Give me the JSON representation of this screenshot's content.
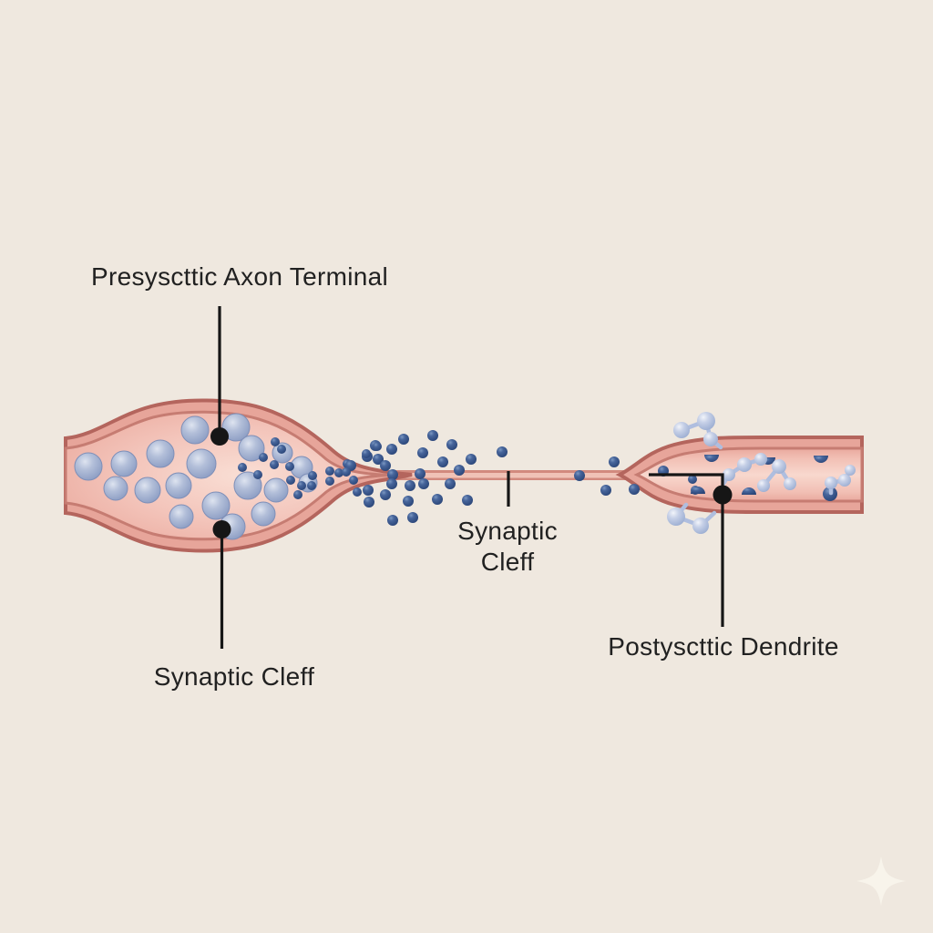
{
  "figure": {
    "title_hidden": "",
    "type": "synapse-illustration"
  },
  "labels": {
    "presynaptic": "Presyscttic Axon Terminal",
    "cleft_center_line1": "Synaptic",
    "cleft_center_line2": "Cleff",
    "cleft_bottom": "Synaptic Cleff",
    "postsynaptic": "Postyscttic Dendrite"
  },
  "colors": {
    "background": "#efe8df",
    "membrane_outer": "#b4655d",
    "membrane_band": "#e7a59a",
    "membrane_inner": "#c67c72",
    "lumen_light": "#f8d9d0",
    "lumen_mid": "#f2c0b5",
    "lumen_edge": "#e9a99e",
    "vesicle_fill": "#a9b6d4",
    "vesicle_stroke": "#7e8fb8",
    "neurotransmitter": "#35548c",
    "molecule_fill": "#c6d0e7",
    "bond": "#afbedf",
    "callout": "#161616",
    "text": "#212121",
    "sparkle": "#f8f4eb"
  },
  "diagram": {
    "vesicles": [
      [
        97,
        512,
        15
      ],
      [
        136,
        509,
        14
      ],
      [
        127,
        536,
        13
      ],
      [
        176,
        498,
        15
      ],
      [
        162,
        538,
        14
      ],
      [
        214,
        472,
        15
      ],
      [
        221,
        509,
        16
      ],
      [
        196,
        533,
        14
      ],
      [
        259,
        469,
        15
      ],
      [
        237,
        555,
        15
      ],
      [
        199,
        567,
        13
      ],
      [
        276,
        492,
        14
      ],
      [
        272,
        533,
        15
      ],
      [
        303,
        538,
        13
      ],
      [
        289,
        564,
        13
      ],
      [
        255,
        578,
        14
      ],
      [
        331,
        513,
        12
      ],
      [
        338,
        530,
        10
      ],
      [
        310,
        497,
        11
      ]
    ],
    "neurotransmitters": [
      [
        302,
        485,
        5
      ],
      [
        309,
        493,
        5
      ],
      [
        289,
        502,
        5
      ],
      [
        301,
        510,
        5
      ],
      [
        318,
        512,
        5
      ],
      [
        266,
        513,
        5
      ],
      [
        283,
        521,
        5
      ],
      [
        319,
        527,
        5
      ],
      [
        331,
        533,
        5
      ],
      [
        343,
        522,
        5
      ],
      [
        327,
        543,
        5
      ],
      [
        362,
        517,
        5
      ],
      [
        372,
        519,
        5
      ],
      [
        381,
        509,
        5
      ],
      [
        392,
        540,
        5
      ],
      [
        362,
        528,
        5
      ],
      [
        412,
        489,
        6
      ],
      [
        403,
        501,
        6
      ],
      [
        385,
        511,
        6
      ],
      [
        415,
        504,
        6
      ],
      [
        423,
        511,
        6
      ],
      [
        430,
        493,
        6
      ],
      [
        443,
        482,
        6
      ],
      [
        475,
        478,
        6
      ],
      [
        464,
        497,
        6
      ],
      [
        486,
        507,
        6
      ],
      [
        496,
        488,
        6
      ],
      [
        504,
        516,
        6
      ],
      [
        517,
        504,
        6
      ],
      [
        431,
        521,
        6
      ],
      [
        461,
        520,
        6
      ],
      [
        430,
        531,
        6
      ],
      [
        450,
        533,
        6
      ],
      [
        465,
        531,
        6
      ],
      [
        494,
        531,
        6
      ],
      [
        423,
        543,
        6
      ],
      [
        404,
        538,
        6
      ],
      [
        405,
        551,
        6
      ],
      [
        448,
        550,
        6
      ],
      [
        480,
        548,
        6
      ],
      [
        513,
        549,
        6
      ],
      [
        431,
        571,
        6
      ],
      [
        453,
        568,
        6
      ],
      [
        342,
        533,
        5
      ],
      [
        380,
        518,
        5
      ],
      [
        402,
        498,
        5
      ],
      [
        414,
        490,
        5
      ],
      [
        388,
        527,
        5
      ],
      [
        551,
        496,
        6
      ],
      [
        636,
        522,
        6
      ],
      [
        665,
        538,
        6
      ],
      [
        674,
        507,
        6
      ],
      [
        696,
        537,
        6
      ],
      [
        728,
        517,
        6
      ],
      [
        760,
        526,
        5
      ],
      [
        763,
        538,
        5
      ]
    ],
    "molecules": [
      {
        "spheres": [
          [
            748,
            472,
            9
          ],
          [
            775,
            462,
            10
          ],
          [
            780,
            482,
            8
          ]
        ],
        "bonds": [
          [
            748,
            472,
            775,
            462
          ],
          [
            775,
            462,
            780,
            482
          ],
          [
            780,
            482,
            791,
            491
          ]
        ]
      },
      {
        "spheres": [
          [
            742,
            567,
            10
          ],
          [
            769,
            577,
            9
          ]
        ],
        "bonds": [
          [
            742,
            567,
            753,
            554
          ],
          [
            742,
            567,
            769,
            577
          ],
          [
            769,
            577,
            784,
            563
          ]
        ]
      },
      {
        "spheres": [
          [
            800,
            521,
            7
          ],
          [
            817,
            510,
            8
          ],
          [
            835,
            504,
            7
          ]
        ],
        "bonds": [
          [
            800,
            521,
            817,
            510
          ],
          [
            817,
            510,
            835,
            504
          ],
          [
            800,
            521,
            794,
            531
          ]
        ]
      },
      {
        "spheres": [
          [
            838,
            533,
            7
          ],
          [
            855,
            512,
            8
          ],
          [
            867,
            531,
            7
          ]
        ],
        "bonds": [
          [
            838,
            533,
            855,
            512
          ],
          [
            855,
            512,
            867,
            531
          ]
        ]
      },
      {
        "spheres": [
          [
            912,
            530,
            7
          ],
          [
            927,
            527,
            7
          ],
          [
            933,
            516,
            6
          ]
        ],
        "bonds": [
          [
            912,
            541,
            912,
            530
          ],
          [
            912,
            530,
            927,
            527
          ],
          [
            927,
            527,
            933,
            516
          ]
        ]
      }
    ],
    "dark_spheres": [
      [
        911,
        542,
        8
      ]
    ],
    "domes_top": [
      [
        781,
        499,
        8
      ],
      [
        843,
        502,
        8
      ],
      [
        901,
        500,
        8
      ]
    ],
    "domes_bottom": [
      [
        766,
        542,
        8
      ],
      [
        822,
        543,
        8
      ]
    ]
  }
}
